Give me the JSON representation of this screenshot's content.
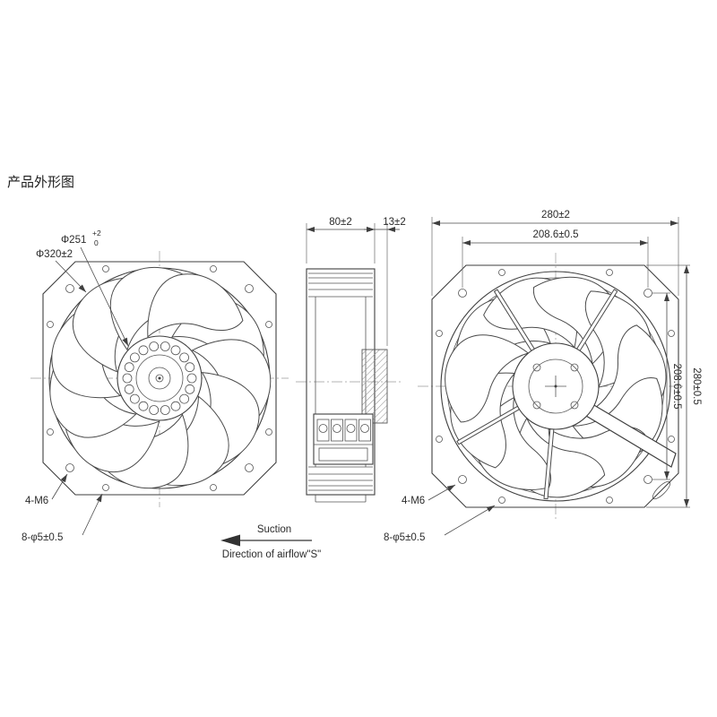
{
  "title": "产品外形图",
  "front_view": {
    "dim_inner": "Φ251",
    "dim_inner_tol_upper": "+2",
    "dim_inner_tol_lower": "0",
    "dim_outer": "Φ320±2",
    "mounting_holes": "4-M6",
    "through_holes": "8-φ5±0.5"
  },
  "side_view": {
    "dim_depth": "80±2",
    "dim_terminal_depth": "13±2"
  },
  "airflow": {
    "suction_label": "Suction",
    "direction_label": "Direction of airflow\"S\""
  },
  "rear_view": {
    "dim_width": "280±2",
    "dim_hole_pitch_horizontal": "208.6±0.5",
    "dim_hole_pitch_vertical": "208.6±0.5",
    "dim_height": "280±0.5",
    "mounting_holes": "4-M6",
    "through_holes": "8-φ5±0.5"
  }
}
